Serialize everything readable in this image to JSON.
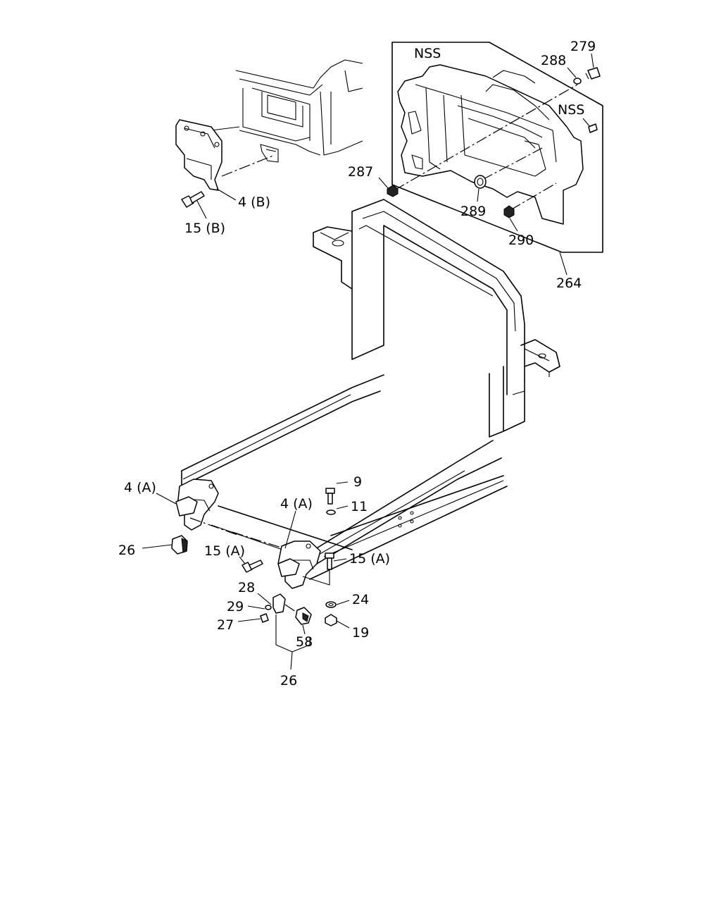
{
  "diagram": {
    "callouts": {
      "p279": "279",
      "p288": "288",
      "nss_top": "NSS",
      "nss_side": "NSS",
      "p287": "287",
      "p289": "289",
      "p290": "290",
      "p264": "264",
      "p4b": "4 (B)",
      "p15b": "15 (B)",
      "p4a_left": "4 (A)",
      "p4a_right": "4 (A)",
      "p9": "9",
      "p11": "11",
      "p26_left": "26",
      "p15a_left": "15 (A)",
      "p15a_right": "15 (A)",
      "p28": "28",
      "p29": "29",
      "p27": "27",
      "p24": "24",
      "p19": "19",
      "p58": "58",
      "p26_bottom": "26"
    }
  }
}
